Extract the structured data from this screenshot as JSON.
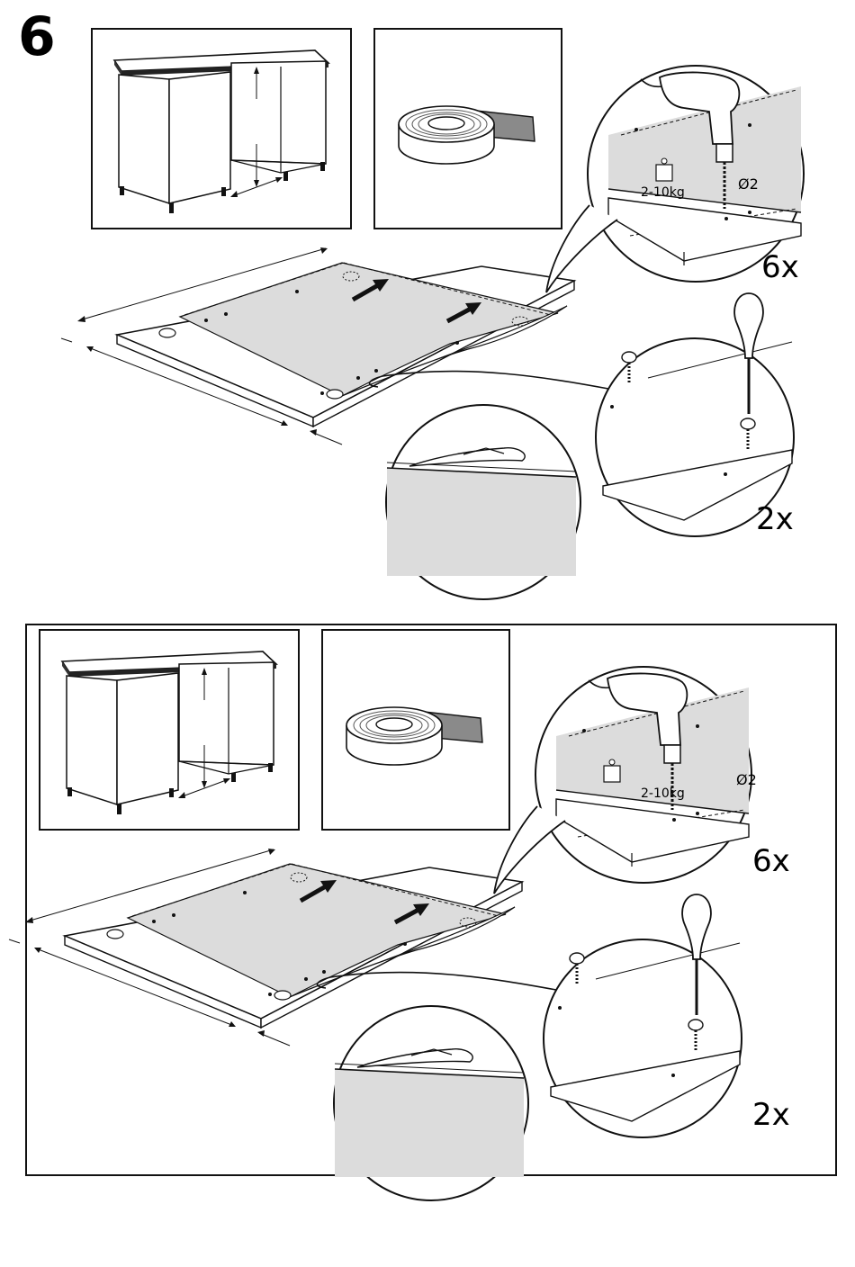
{
  "step": {
    "number": "6"
  },
  "panels": [
    {
      "weight_label": "2-10kg",
      "drill_bit_label": "Ø2",
      "drill_quantity": "6x",
      "screw_quantity": "2x"
    },
    {
      "weight_label": "2-10kg",
      "drill_bit_label": "Ø2",
      "drill_quantity": "6x",
      "screw_quantity": "2x"
    }
  ],
  "colors": {
    "ink": "#1a1a1a",
    "tape_gray": "#d9d9d9",
    "tape_dark": "#8a8a8a",
    "paper": "#ffffff"
  },
  "icons": [
    "cabinet-illustration",
    "tape-roll-icon",
    "drill-icon",
    "weight-icon",
    "screwdriver-icon",
    "screw-icon",
    "arrow-icon"
  ]
}
